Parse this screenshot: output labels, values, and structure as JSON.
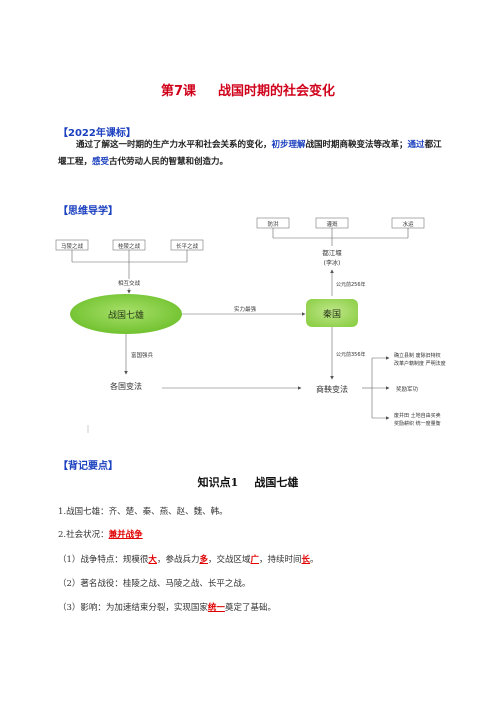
{
  "title": {
    "lesson": "第7课",
    "name": "战国时期的社会变化"
  },
  "standard": {
    "heading": "【2022年课标】",
    "p1": "通过了解这一时期的生产力水平和社会关系的变化，",
    "p2": "初步理解",
    "p3": "战国时期商鞅变法等改革；",
    "p4": "通过",
    "p5": "都江堰工程，",
    "p6": "感受",
    "p7": "古代劳动人民的智慧和创造力。"
  },
  "mindmap": {
    "heading": "【思维导学】",
    "battles": [
      "马陵之战",
      "桂陵之战",
      "长平之战"
    ],
    "battles_label": "相互交战",
    "seven": "战国七雄",
    "strongest": "实力最强",
    "qin": "秦国",
    "rich": "富国强兵",
    "reforms": "各国变法",
    "shang": "商鞅变法",
    "year356": "公元前356年",
    "year256": "公元前256年",
    "dujiang": "都江堰",
    "libing": "(李冰)",
    "benefits": [
      "防洪",
      "灌溉",
      "水运"
    ],
    "result1": [
      "确立县制 废除旧特权",
      "改革户籍制度 严明法度"
    ],
    "result2": "奖励军功",
    "result3": [
      "废井田 土地自由买卖",
      "奖励耕织 统一度量衡"
    ]
  },
  "points": {
    "heading": "【背记要点】",
    "kp_num": "知识点1",
    "kp_name": "战国七雄",
    "l1": "1.战国七雄：齐、楚、秦、燕、赵、魏、韩。",
    "l2a": "2.社会状况：",
    "l2b": "兼并战争",
    "l3a": "（1）战争特点：规模很",
    "l3b": "大",
    "l3c": "，参战兵力",
    "l3d": "多",
    "l3e": "，交战区域",
    "l3f": "广",
    "l3g": "，持续时间",
    "l3h": "长",
    "l3i": "。",
    "l4": "（2）著名战役：桂陵之战、马陵之战、长平之战。",
    "l5a": "（3）影响：为加速结束分裂，实现国家",
    "l5b": "统一",
    "l5c": "奠定了基础。"
  }
}
